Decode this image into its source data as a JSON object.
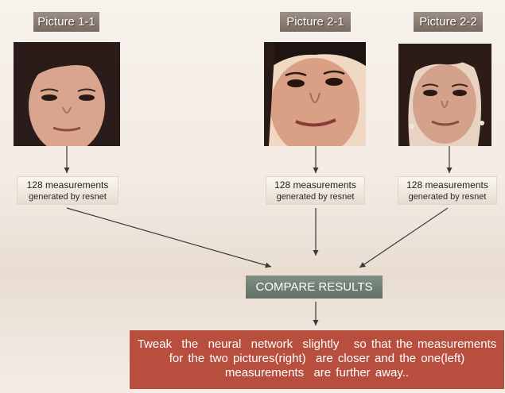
{
  "pictures": [
    {
      "title": "Picture 1-1",
      "measurements_line1": "128 measurements",
      "measurements_line2": "generated by resnet"
    },
    {
      "title": "Picture 2-1",
      "measurements_line1": "128 measurements",
      "measurements_line2": "generated by resnet"
    },
    {
      "title": "Picture 2-2",
      "measurements_line1": "128 measurements",
      "measurements_line2": "generated by resnet"
    }
  ],
  "compare_label": "COMPARE  RESULTS",
  "tweak_text_line1": "Tweak  the  neural  network  slightly   so that the measurements",
  "tweak_text_line2": "for the two pictures(right)  are closer and the one(left)",
  "tweak_text_line3": "measurements  are further away..",
  "colors": {
    "title_bg": "#8a7c73",
    "compare_bg": "#6f7f74",
    "tweak_bg": "#b84f3e",
    "arrow": "#3a3a3a"
  },
  "icons": [
    "face-photo-1",
    "face-photo-2",
    "face-photo-3"
  ]
}
